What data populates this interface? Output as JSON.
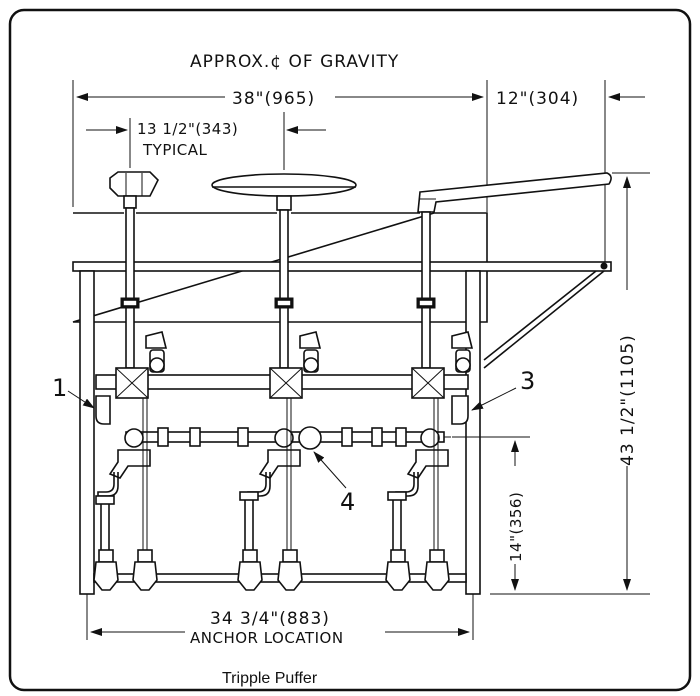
{
  "title": "APPROX.¢ OF  GRAVITY",
  "dimensions": {
    "overall_width": "38\"(965)",
    "side_offset": "12\"(304)",
    "spacing": "13  1/2\"(343)",
    "spacing_note": "TYPICAL",
    "overall_height": "43  1/2\"(1105)",
    "pipe_height": "14\"(356)",
    "anchor_width": "34  3/4\"(883)",
    "anchor_note": "ANCHOR  LOCATION"
  },
  "callouts": [
    "1",
    "3",
    "4"
  ],
  "caption": "Tripple Puffer"
}
